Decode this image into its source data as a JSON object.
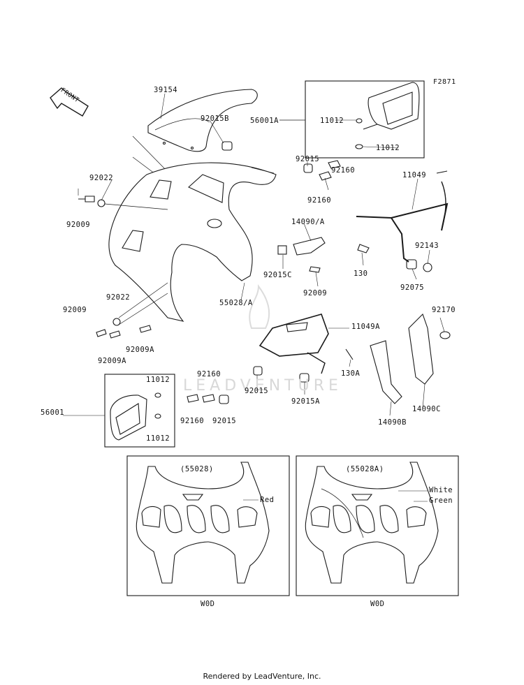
{
  "figure_code": "F2871",
  "front_arrow_label": "FRONT",
  "watermark": "LEADVENTURE",
  "footer": "Rendered by LeadVenture, Inc.",
  "labels": {
    "p39154": "39154",
    "p92015B": "92015B",
    "p56001A": "56001A",
    "p11012_a": "11012",
    "p11012_b": "11012",
    "p92022_a": "92022",
    "p92009_a": "92009",
    "p92015_a": "92015",
    "p92160_a": "92160",
    "p92160_b": "92160",
    "p11049": "11049",
    "p14090A": "14090/A",
    "p92143": "92143",
    "p130": "130",
    "p92075": "92075",
    "p92015C": "92015C",
    "p92009_b": "92009",
    "p55028A": "55028/A",
    "p92022_b": "92022",
    "p92009_c": "92009",
    "p92009A_a": "92009A",
    "p92009A_b": "92009A",
    "p11049A": "11049A",
    "p92170": "92170",
    "p130A": "130A",
    "p92015_b": "92015",
    "p92015A": "92015A",
    "p14090B": "14090B",
    "p14090C": "14090C",
    "p11012_c": "11012",
    "p11012_d": "11012",
    "p56001": "56001",
    "p92160_c": "92160",
    "p92160_d": "92160",
    "p92015_c": "92015"
  },
  "variants": {
    "left": {
      "code": "(55028)",
      "color_note": "Red",
      "model": "W0D"
    },
    "right": {
      "code": "(55028A)",
      "color_note_1": "White",
      "color_note_2": "Green",
      "model": "W0D"
    }
  }
}
